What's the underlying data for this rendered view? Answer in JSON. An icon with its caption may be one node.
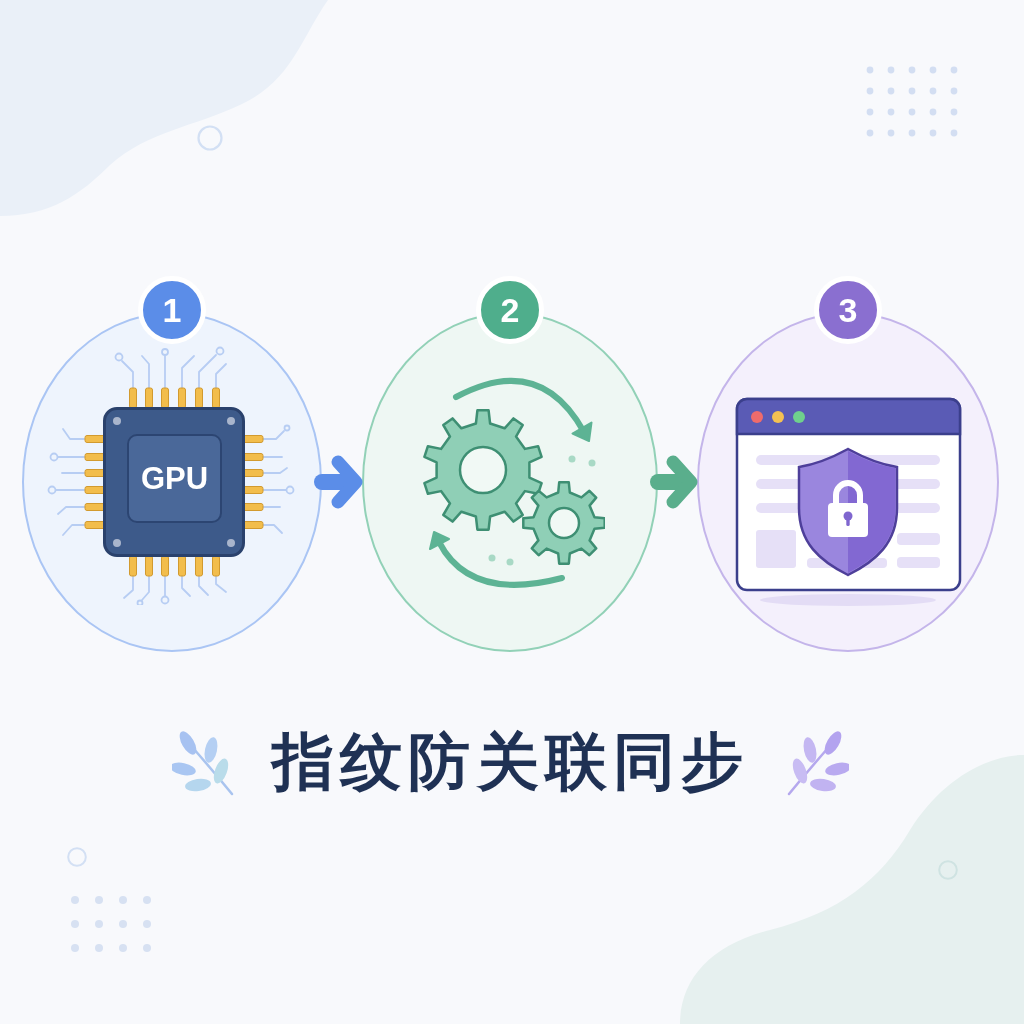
{
  "diagram": {
    "title": "指纹防关联同步",
    "nodes": [
      {
        "text": [
          "1"
        ]
      },
      {
        "text": [
          "GPU"
        ],
        "in": 0
      },
      {
        "text": [
          "2"
        ]
      },
      {
        "text": [
          "3"
        ]
      }
    ],
    "edges": [
      {
        "from": 0,
        "to": 2,
        "arrow": "to",
        "color": "#5b8de8"
      },
      {
        "from": 2,
        "to": 3,
        "arrow": "to",
        "color": "#5aae8c"
      }
    ]
  }
}
